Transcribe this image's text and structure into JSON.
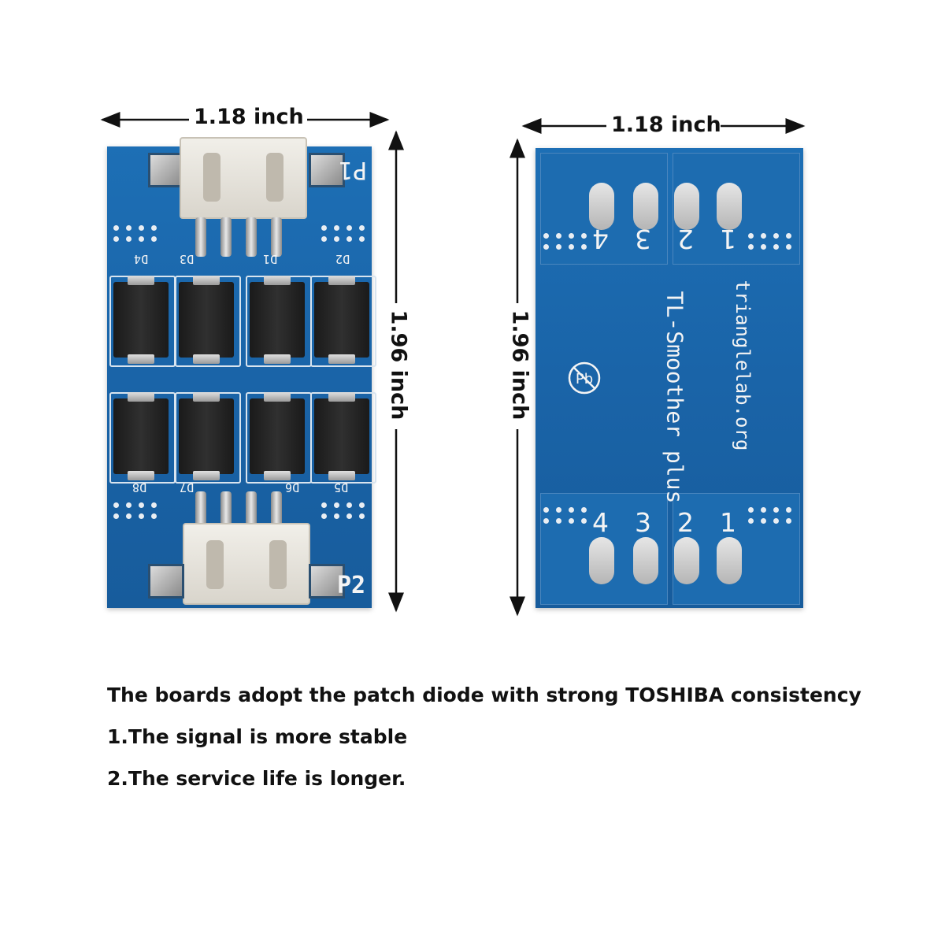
{
  "dimensions": {
    "left_width": "1.18 inch",
    "left_height": "1.96 inch",
    "right_width": "1.18 inch",
    "right_height": "1.96 inch"
  },
  "left_board": {
    "connector_top": "P1",
    "connector_bottom": "P2",
    "diodes_top": [
      "D4",
      "D3",
      "D1",
      "D2"
    ],
    "diodes_bottom": [
      "D8",
      "D7",
      "D6",
      "D5"
    ]
  },
  "right_board": {
    "brand": "trianglelab.org",
    "product": "TL-Smoother  plus",
    "pins_top": [
      "4",
      "3",
      "2",
      "1"
    ],
    "pins_bottom": [
      "4",
      "3",
      "2",
      "1"
    ]
  },
  "caption": {
    "line1": "The boards adopt the patch diode with strong TOSHIBA consistency",
    "line2": "1.The signal is more stable",
    "line3": "2.The service life is longer."
  }
}
